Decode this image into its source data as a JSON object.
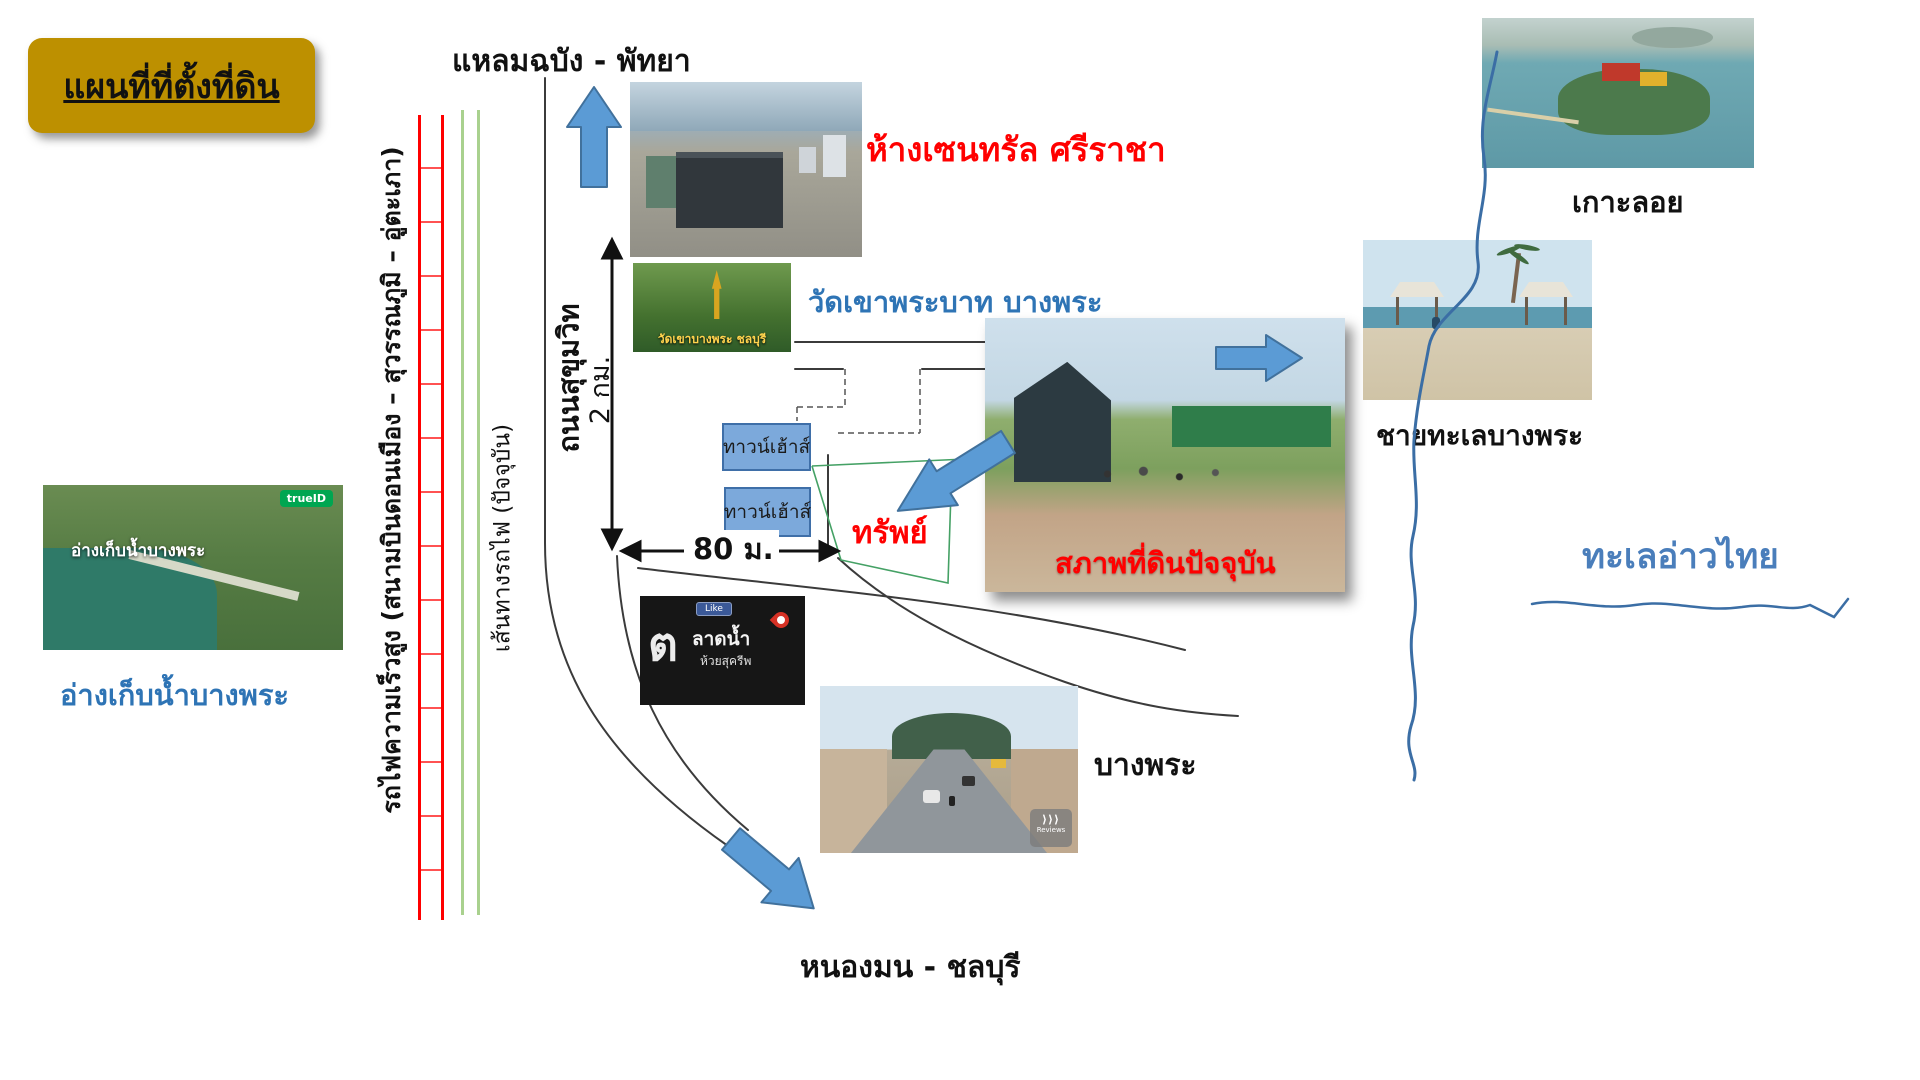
{
  "title": "แผนที่ที่ตั้งที่ดิน",
  "routes": {
    "top_destination": "แหลมฉบัง - พัทยา",
    "bottom_destination": "หนองมน - ชลบุรี",
    "high_speed_rail": "รถไฟความเร็วสูง (สนามบินดอนเมือง – สุวรรณภูมิ – อู่ตะเภา)",
    "current_rail": "เส้นทางรถไฟ (ปัจจุบัน)",
    "main_road": "ถนนสุขุมวิท",
    "road_distance": "2 กม.",
    "frontage": "80 ม."
  },
  "labels": {
    "central_mall": "ห้างเซนทรัล ศรีราชา",
    "temple": "วัดเขาพระบาท บางพระ",
    "temple_photo_caption": "วัดเขาบางพระ ชลบุรี",
    "koh_loy": "เกาะลอย",
    "beach": "ชายทะเลบางพระ",
    "gulf": "ทะเลอ่าวไทย",
    "reservoir": "อ่างเก็บน้ำบางพระ",
    "reservoir_overlay": "อ่างเก็บน้ำบางพระ",
    "reservoir_badge": "trueID",
    "market_sign_initial": "ต",
    "market_sign_top": "ลาดน้ำ",
    "market_sign_bottom": "ห้วยสุครีพ",
    "market_like": "Like",
    "town": "บางพระ",
    "street_watermark_icon": "⟩⟩⟩",
    "street_watermark": "Reviews",
    "townhouse_1": "ทาวน์เฮ้าส์",
    "townhouse_2": "ทาวน์เฮ้าส์",
    "property": "ทรัพย์",
    "land_caption": "สภาพที่ดินปัจจุบัน"
  },
  "colors": {
    "title_box": "#BD9000",
    "arrow_blue": "#5B9BD5",
    "arrow_blue_border": "#41719C",
    "rail_red": "#FF0000",
    "rail_green": "#A9D18E",
    "coast_blue": "#3B6EA5",
    "label_red": "#FF0000",
    "label_blue": "#2E74B5",
    "gulf_blue": "#4A7EBB",
    "plot_green": "#45A165"
  }
}
